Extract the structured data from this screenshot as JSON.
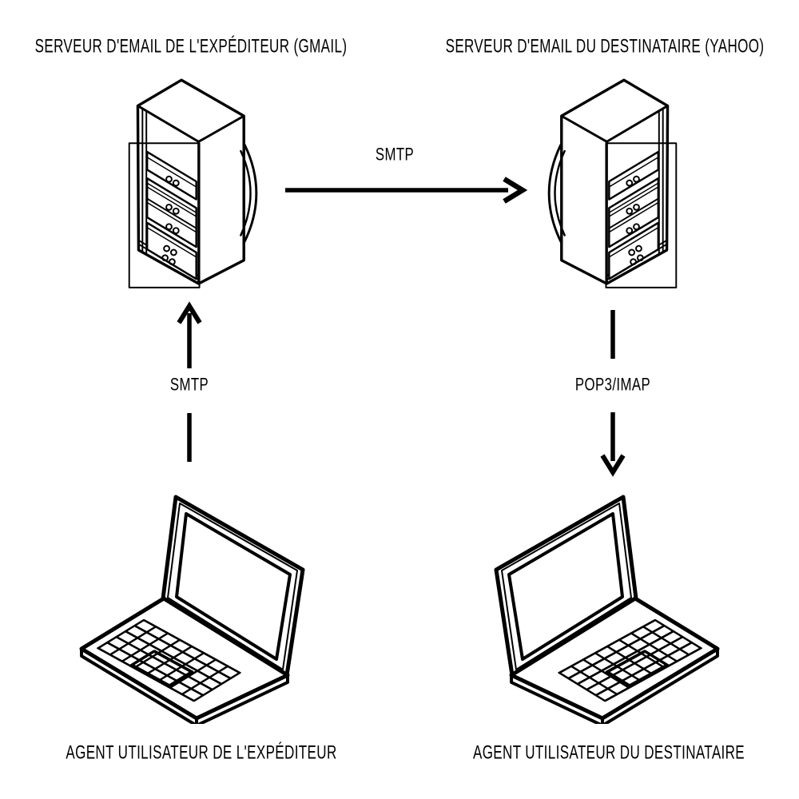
{
  "canvas": {
    "background": "#ffffff",
    "stroke": "#000000"
  },
  "nodes": {
    "sender_server": {
      "label": "SERVEUR D'EMAIL DE L'EXPÉDITEUR (GMAIL)",
      "icon": "server-rack-icon"
    },
    "recipient_server": {
      "label": "SERVEUR D'EMAIL DU DESTINATAIRE (YAHOO)",
      "icon": "server-rack-icon"
    },
    "sender_agent": {
      "label": "AGENT UTILISATEUR DE L'EXPÉDITEUR",
      "icon": "laptop-icon"
    },
    "recipient_agent": {
      "label": "AGENT UTILISATEUR DU DESTINATAIRE",
      "icon": "laptop-icon"
    }
  },
  "edges": {
    "server_to_server": {
      "label": "SMTP",
      "from": "sender_server",
      "to": "recipient_server",
      "direction": "right"
    },
    "agent_to_server": {
      "label": "SMTP",
      "from": "sender_agent",
      "to": "sender_server",
      "direction": "up"
    },
    "server_to_agent": {
      "label": "POP3/IMAP",
      "from": "recipient_server",
      "to": "recipient_agent",
      "direction": "down"
    }
  }
}
